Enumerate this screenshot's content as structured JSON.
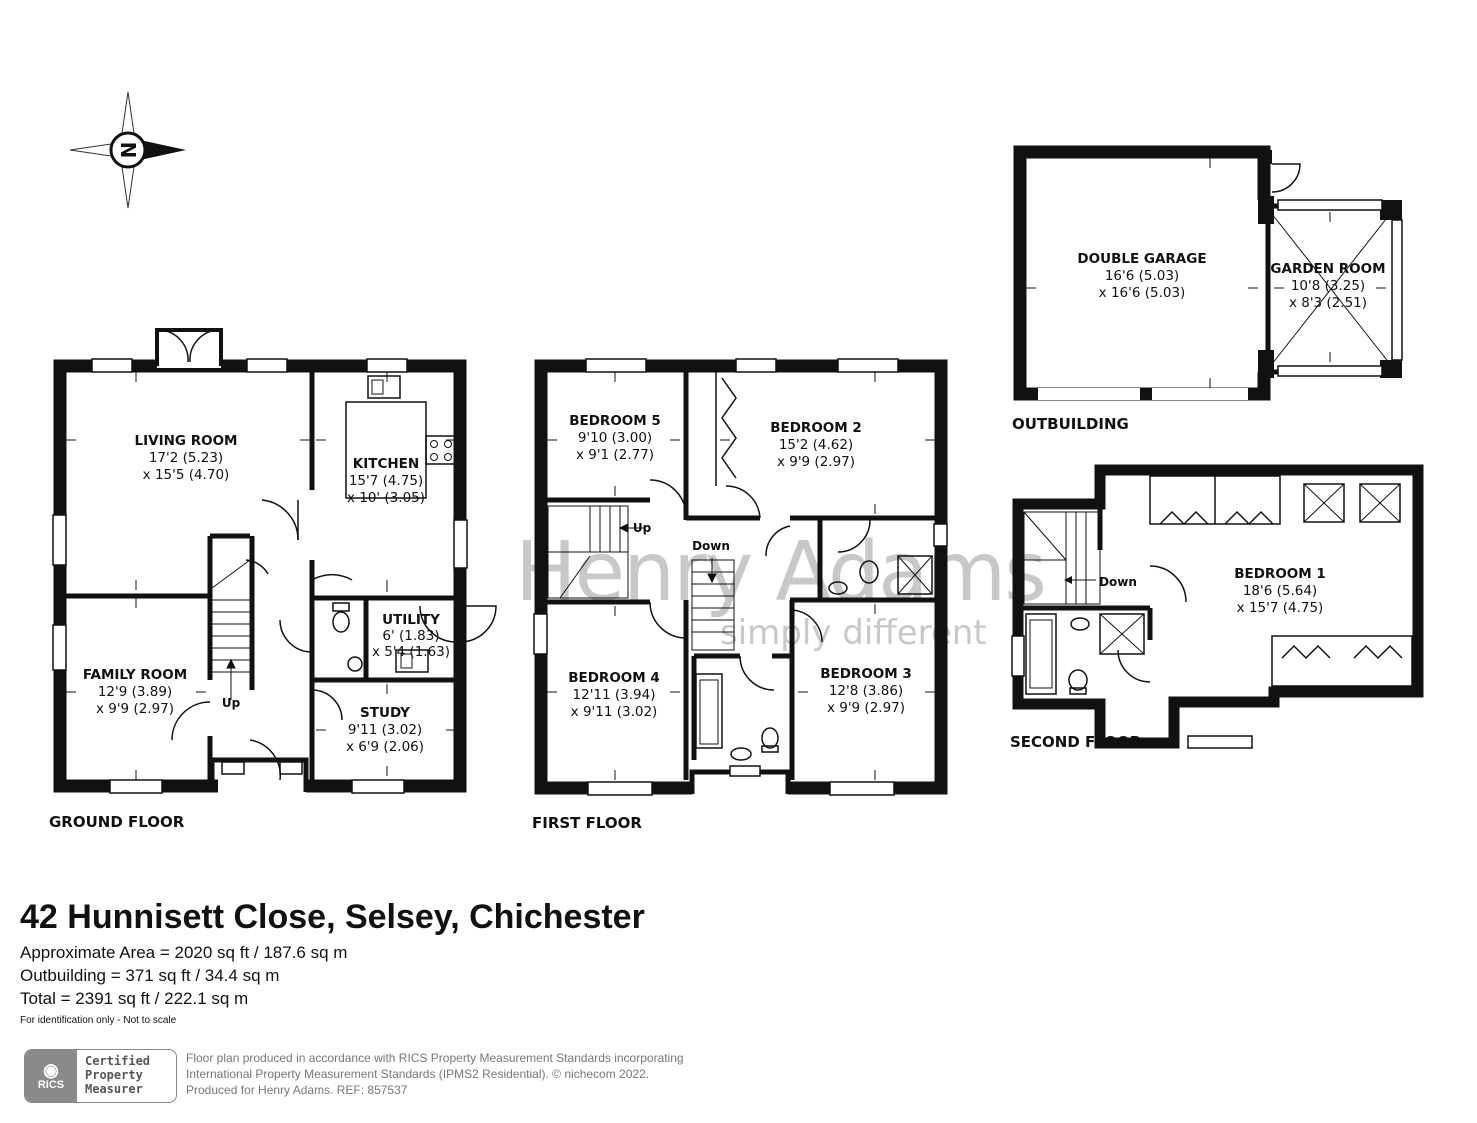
{
  "property": {
    "address": "42 Hunnisett Close, Selsey, Chichester",
    "approximate_area": "Approximate Area = 2020 sq ft / 187.6 sq m",
    "outbuilding_area": "Outbuilding = 371 sq ft / 34.4 sq m",
    "total_area": "Total = 2391 sq ft / 222.1 sq m",
    "note": "For identification only - Not to scale"
  },
  "compass": {
    "label": "N"
  },
  "watermark": {
    "brand": "Henry Adams",
    "tagline": "simply different"
  },
  "floors": {
    "ground": {
      "label": "GROUND FLOOR",
      "rooms": [
        {
          "name": "LIVING ROOM",
          "dim1": "17'2 (5.23)",
          "dim2": "x 15'5 (4.70)"
        },
        {
          "name": "KITCHEN",
          "dim1": "15'7 (4.75)",
          "dim2": "x 10' (3.05)"
        },
        {
          "name": "FAMILY ROOM",
          "dim1": "12'9 (3.89)",
          "dim2": "x 9'9 (2.97)"
        },
        {
          "name": "UTILITY",
          "dim1": "6' (1.83)",
          "dim2": "x 5'4 (1.63)"
        },
        {
          "name": "STUDY",
          "dim1": "9'11 (3.02)",
          "dim2": "x 6'9 (2.06)"
        }
      ],
      "stair_label": "Up"
    },
    "first": {
      "label": "FIRST FLOOR",
      "rooms": [
        {
          "name": "BEDROOM 5",
          "dim1": "9'10 (3.00)",
          "dim2": "x 9'1 (2.77)"
        },
        {
          "name": "BEDROOM 2",
          "dim1": "15'2 (4.62)",
          "dim2": "x 9'9 (2.97)"
        },
        {
          "name": "BEDROOM 4",
          "dim1": "12'11 (3.94)",
          "dim2": "x 9'11 (3.02)"
        },
        {
          "name": "BEDROOM 3",
          "dim1": "12'8 (3.86)",
          "dim2": "x 9'9 (2.97)"
        }
      ],
      "stair_up": "Up",
      "stair_down": "Down"
    },
    "outbuilding": {
      "label": "OUTBUILDING",
      "rooms": [
        {
          "name": "DOUBLE GARAGE",
          "dim1": "16'6 (5.03)",
          "dim2": "x 16'6 (5.03)"
        },
        {
          "name": "GARDEN ROOM",
          "dim1": "10'8 (3.25)",
          "dim2": "x 8'3 (2.51)"
        }
      ]
    },
    "second": {
      "label": "SECOND FLOOR",
      "rooms": [
        {
          "name": "BEDROOM 1",
          "dim1": "18'6 (5.64)",
          "dim2": "x 15'7 (4.75)"
        }
      ],
      "stair_down": "Down"
    }
  },
  "certification": {
    "logo_text": "RICS",
    "badge_lines": [
      "Certified",
      "Property",
      "Measurer"
    ],
    "disclaimer_lines": [
      "Floor plan produced in accordance with RICS Property Measurement Standards incorporating",
      "International Property Measurement Standards (IPMS2 Residential).   © nichecom 2022.",
      "Produced for Henry Adams.   REF:  857537"
    ]
  }
}
